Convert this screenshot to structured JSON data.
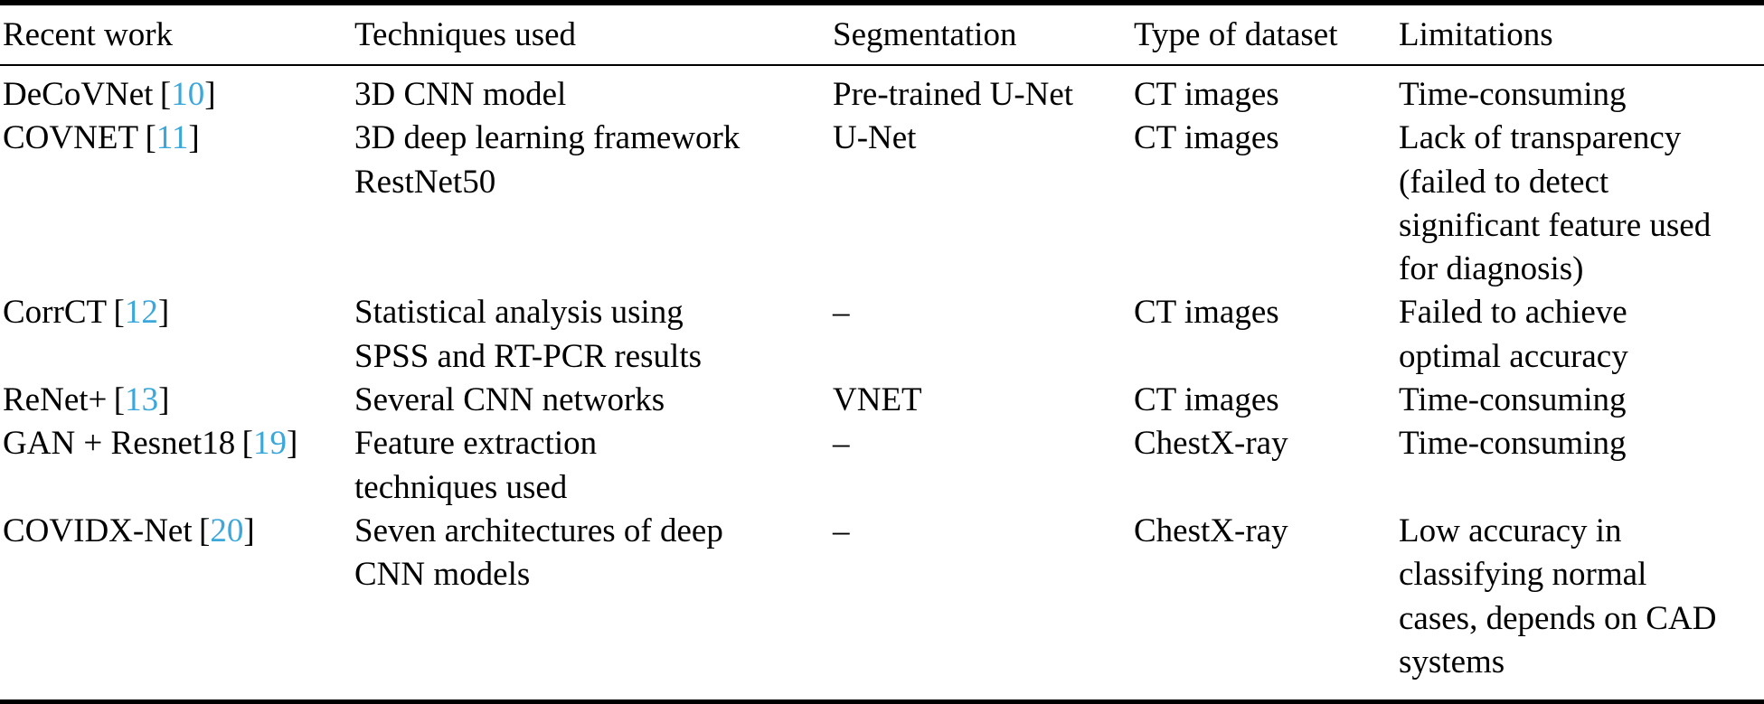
{
  "table": {
    "citation_color": "#3BA7DB",
    "rule_color": "#000000",
    "columns": {
      "recent_work": "Recent work",
      "techniques": "Techniques used",
      "segmentation": "Segmentation",
      "dataset": "Type of dataset",
      "limitations": "Limitations"
    },
    "rows": [
      {
        "work": "DeCoVNet",
        "ref": "10",
        "techniques": "3D CNN model",
        "segmentation": "Pre-trained U-Net",
        "dataset": "CT images",
        "limitations": "Time-consuming"
      },
      {
        "work": "COVNET",
        "ref": "11",
        "techniques": "3D deep learning framework\nRestNet50",
        "segmentation": "U-Net",
        "dataset": "CT images",
        "limitations": "Lack of transparency\n(failed to detect\nsignificant feature used\nfor diagnosis)"
      },
      {
        "work": "CorrCT",
        "ref": "12",
        "techniques": "Statistical analysis using\nSPSS and RT-PCR results",
        "segmentation": "–",
        "dataset": "CT images",
        "limitations": "Failed to achieve\noptimal accuracy"
      },
      {
        "work": "ReNet+",
        "ref": "13",
        "techniques": "Several CNN networks",
        "segmentation": "VNET",
        "dataset": "CT images",
        "limitations": "Time-consuming"
      },
      {
        "work": "GAN + Resnet18",
        "ref": "19",
        "techniques": "Feature extraction\ntechniques used",
        "segmentation": "–",
        "dataset": "ChestX-ray",
        "limitations": "Time-consuming"
      },
      {
        "work": "COVIDX-Net",
        "ref": "20",
        "techniques": "Seven architectures of deep\nCNN models",
        "segmentation": "–",
        "dataset": "ChestX-ray",
        "limitations": "Low accuracy in\nclassifying normal\ncases, depends on CAD\nsystems"
      }
    ]
  }
}
